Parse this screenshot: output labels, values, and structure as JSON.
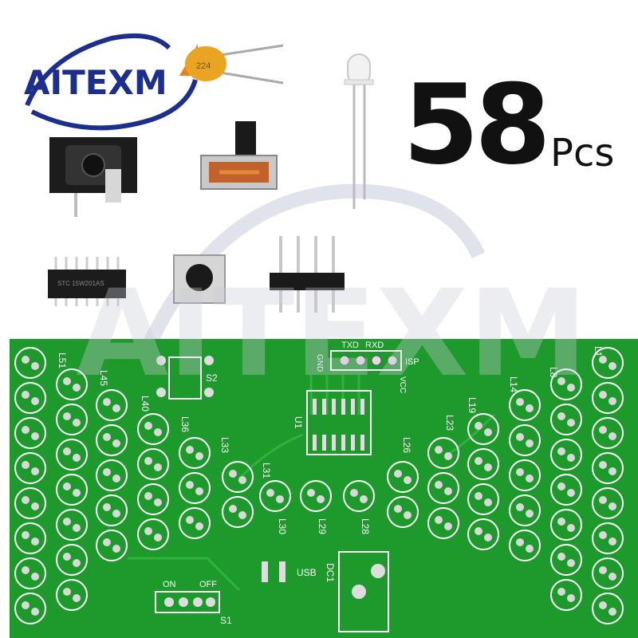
{
  "brand": {
    "name": "AITEXM"
  },
  "kit": {
    "count": "58",
    "unit": "Pcs"
  },
  "components": [
    {
      "id": "ceramic-capacitor",
      "marking": "224"
    },
    {
      "id": "led"
    },
    {
      "id": "dc-jack"
    },
    {
      "id": "slide-switch"
    },
    {
      "id": "ic-chip",
      "marking": "STC 15W201AS"
    },
    {
      "id": "tact-switch"
    },
    {
      "id": "pin-header"
    }
  ],
  "pcb": {
    "color": "#1e9a2c",
    "isp_header": [
      "GND",
      "TXD",
      "RXD",
      "VCC",
      "ISP"
    ],
    "labels": {
      "button": "S2",
      "ic": "U1",
      "usb": "USB",
      "dc": "DC1",
      "power_switch": "S1",
      "switch_on": "ON",
      "switch_off": "OFF"
    },
    "led_labels": [
      "L51",
      "L45",
      "L40",
      "L36",
      "L33",
      "L31",
      "L30",
      "L29",
      "L28",
      "L26",
      "L23",
      "L19",
      "L14",
      "L8",
      "L1"
    ]
  },
  "colors": {
    "brand_blue": "#1d2f8c",
    "brand_orange": "#f07f1a",
    "pcb_green": "#1e9a2c",
    "pad_silver": "#d8d8d8"
  }
}
